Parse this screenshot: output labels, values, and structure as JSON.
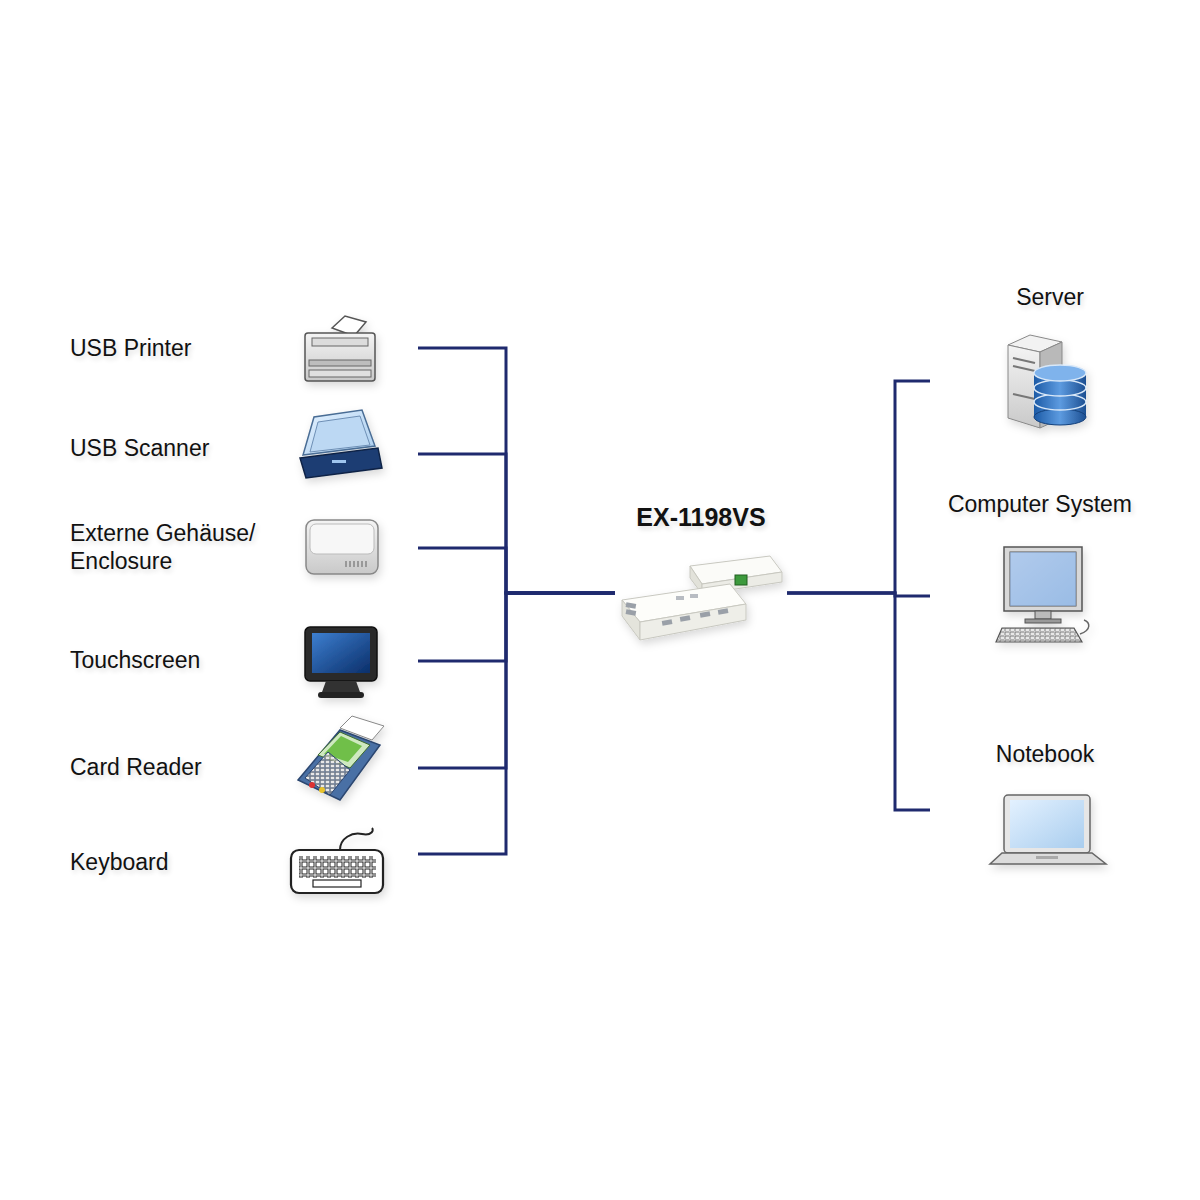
{
  "diagram": {
    "nodes": [
      {
        "text": [
          "USB Printer"
        ]
      },
      {
        "text": [
          "USB Scanner"
        ]
      },
      {
        "text": [
          "Externe Gehäuse/ Enclosure"
        ]
      },
      {
        "text": [
          "Touchscreen"
        ]
      },
      {
        "text": [
          "Card Reader"
        ]
      },
      {
        "text": [
          "Keyboard"
        ]
      },
      {
        "text": [
          "EX-1198VS"
        ]
      },
      {
        "text": [
          "Server"
        ]
      },
      {
        "text": [
          "Computer System"
        ]
      },
      {
        "text": [
          "Notebook"
        ]
      }
    ],
    "edges": [
      {
        "from": 0,
        "to": 6,
        "arrow": "none"
      },
      {
        "from": 1,
        "to": 6,
        "arrow": "none"
      },
      {
        "from": 2,
        "to": 6,
        "arrow": "none"
      },
      {
        "from": 3,
        "to": 6,
        "arrow": "none"
      },
      {
        "from": 4,
        "to": 6,
        "arrow": "none"
      },
      {
        "from": 5,
        "to": 6,
        "arrow": "none"
      },
      {
        "from": 6,
        "to": 7,
        "arrow": "none"
      },
      {
        "from": 6,
        "to": 8,
        "arrow": "none"
      },
      {
        "from": 6,
        "to": 9,
        "arrow": "none"
      }
    ]
  }
}
